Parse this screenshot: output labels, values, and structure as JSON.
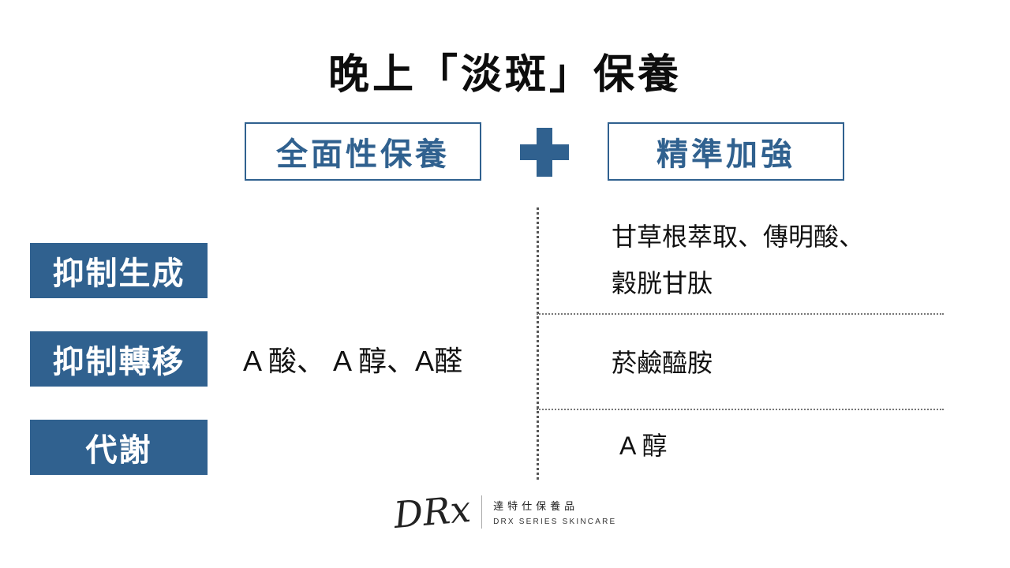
{
  "title": "晚上「淡斑」保養",
  "header": {
    "general_label": "全面性保養",
    "precise_label": "精準加強"
  },
  "general_column_text": "A 酸、 A 醇、A醛",
  "rows": [
    {
      "label": "抑制生成",
      "precise": "甘草根萃取、傳明酸、穀胱甘肽"
    },
    {
      "label": "抑制轉移",
      "precise": "菸鹼醯胺"
    },
    {
      "label": "代謝",
      "precise": "A 醇"
    }
  ],
  "footer": {
    "logo_text": "DRx",
    "brand_zh": "達特仕保養品",
    "brand_en": "DRX SERIES SKINCARE"
  },
  "colors": {
    "accent": "#30618F"
  }
}
